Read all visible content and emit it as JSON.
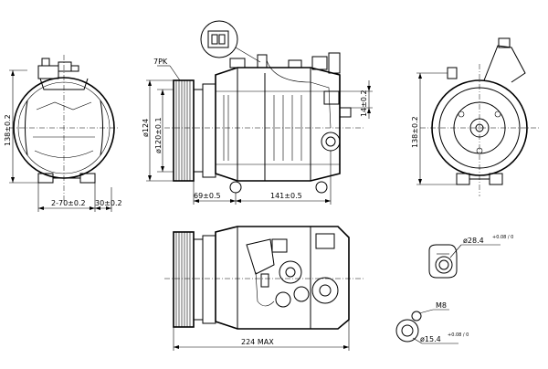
{
  "dimensions": {
    "side_height": "138±0.2",
    "front_height": "138±0.2",
    "bottom_left_a": "2-70±0.2",
    "bottom_left_b": "30±0.2",
    "pulley_type": "7PK",
    "pulley_dia": "ø124",
    "pulley_dia_b": "ø120±0.1",
    "boss_offset": "14±0.2",
    "span_a": "69±0.5",
    "span_b": "141±0.5",
    "max_length": "224 MAX",
    "port_large_base": "ø28.4",
    "port_large_tol": "+0.08 / 0",
    "thread": "M8",
    "port_small_base": "ø15.4",
    "port_small_tol": "+0.08 / 0"
  }
}
